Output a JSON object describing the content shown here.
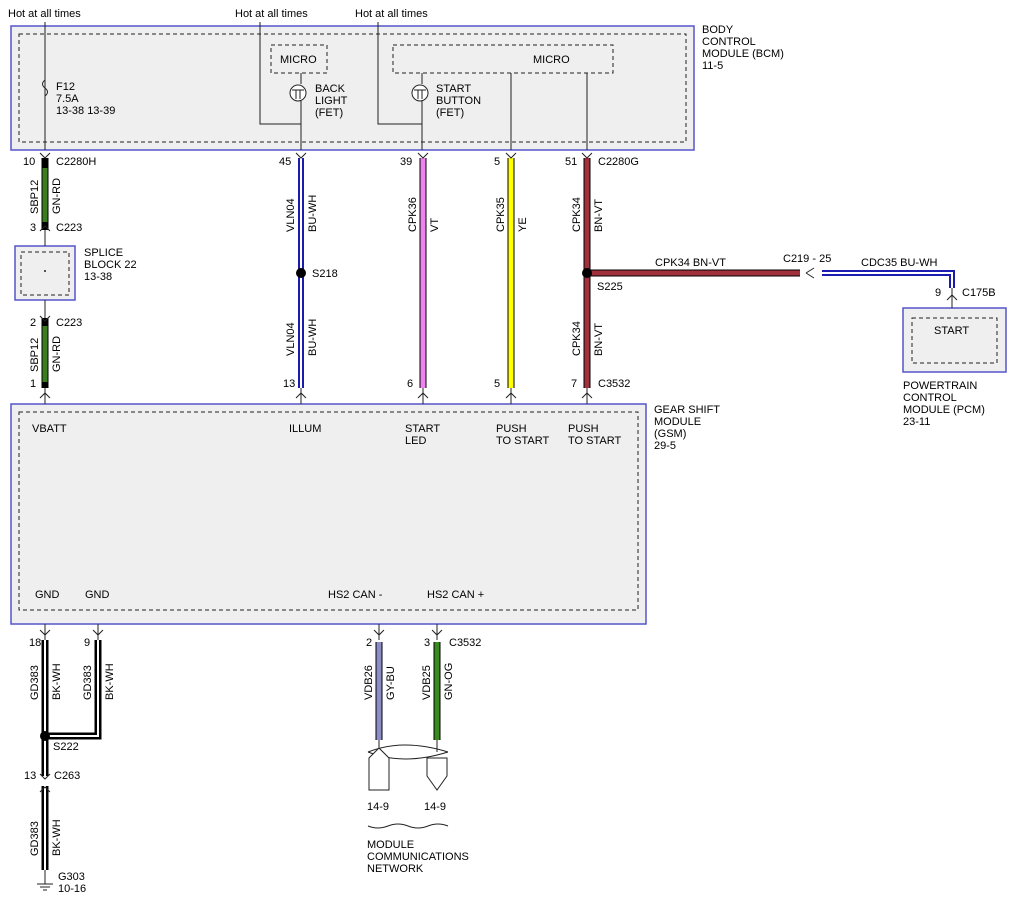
{
  "header": {
    "hot_1": "Hot at all times",
    "hot_2": "Hot at all times",
    "hot_3": "Hot at all times"
  },
  "bcm": {
    "name_1": "BODY",
    "name_2": "CONTROL",
    "name_3": "MODULE (BCM)",
    "ref": "11-5",
    "fuse_name": "F12",
    "fuse_rating": "7.5A",
    "fuse_refs": "13-38   13-39",
    "micro_left": "MICRO",
    "micro_right": "MICRO",
    "backlight_1": "BACK",
    "backlight_2": "LIGHT",
    "backlight_3": "(FET)",
    "start_1": "START",
    "start_2": "BUTTON",
    "start_3": "(FET)"
  },
  "connectors": {
    "c2280h_pin": "10",
    "c2280h": "C2280H",
    "pin45": "45",
    "pin39": "39",
    "pin5": "5",
    "pin51": "51",
    "c2280g": "C2280G",
    "c223_top_pin": "3",
    "c223_top": "C223",
    "c223_bot_pin": "2",
    "c223_bot": "C223",
    "gsm_pin1": "1",
    "gsm_pin13": "13",
    "gsm_pin6": "6",
    "gsm_pin5": "5",
    "gsm_pin7": "7",
    "c3532_top": "C3532",
    "gnd_pin18": "18",
    "gnd_pin9": "9",
    "can_pin2": "2",
    "can_pin3": "3",
    "c3532_bot": "C3532",
    "c263_pin": "13",
    "c263": "C263",
    "c219": "C219 - 25",
    "c175b_pin": "9",
    "c175b": "C175B"
  },
  "wires": {
    "sbp12_a": "SBP12",
    "sbp12_a_color": "GN-RD",
    "sbp12_b": "SBP12",
    "sbp12_b_color": "GN-RD",
    "vln04_a": "VLN04",
    "vln04_a_color": "BU-WH",
    "vln04_b": "VLN04",
    "vln04_b_color": "BU-WH",
    "cpk36": "CPK36",
    "cpk36_color": "VT",
    "cpk35": "CPK35",
    "cpk35_color": "YE",
    "cpk34_a": "CPK34",
    "cpk34_a_color": "BN-VT",
    "cpk34_b": "CPK34",
    "cpk34_b_color": "BN-VT",
    "cpk34_h": "CPK34   BN-VT",
    "cdc35_h": "CDC35   BU-WH",
    "gd383_a": "GD383",
    "gd383_a_color": "BK-WH",
    "gd383_b": "GD383",
    "gd383_b_color": "BK-WH",
    "gd383_c": "GD383",
    "gd383_c_color": "BK-WH",
    "vdb26": "VDB26",
    "vdb26_color": "GY-BU",
    "vdb25": "VDB25",
    "vdb25_color": "GN-OG"
  },
  "splices": {
    "s218": "S218",
    "s225": "S225",
    "s222": "S222"
  },
  "splice_block": {
    "line1": "SPLICE",
    "line2": "BLOCK 22",
    "ref": "13-38"
  },
  "gsm": {
    "name_1": "GEAR SHIFT",
    "name_2": "MODULE",
    "name_3": "(GSM)",
    "ref": "29-5",
    "vbatt": "VBATT",
    "illum": "ILLUM",
    "start_led_1": "START",
    "start_led_2": "LED",
    "push1_1": "PUSH",
    "push1_2": "TO START",
    "push2_1": "PUSH",
    "push2_2": "TO START",
    "gnd_1": "GND",
    "gnd_2": "GND",
    "can_minus": "HS2 CAN -",
    "can_plus": "HS2 CAN +"
  },
  "pcm": {
    "start": "START",
    "name_1": "POWERTRAIN",
    "name_2": "CONTROL",
    "name_3": "MODULE (PCM)",
    "ref": "23-11"
  },
  "ground": {
    "name": "G303",
    "ref": "10-16"
  },
  "network": {
    "ref_left": "14-9",
    "ref_right": "14-9",
    "line1": "MODULE",
    "line2": "COMMUNICATIONS",
    "line3": "NETWORK"
  },
  "colors": {
    "gn_rd": "#3a7d1e",
    "bu_wh": "#1b1bb0",
    "vt": "#ee82ee",
    "ye": "#ffff00",
    "bn_vt": "#a0303c",
    "gy_bu": "#8c8cc8",
    "gn_og": "#3a8a1e",
    "bk_wh": "#000000",
    "module_border": "#5555cc",
    "module_fill": "#efefef"
  }
}
